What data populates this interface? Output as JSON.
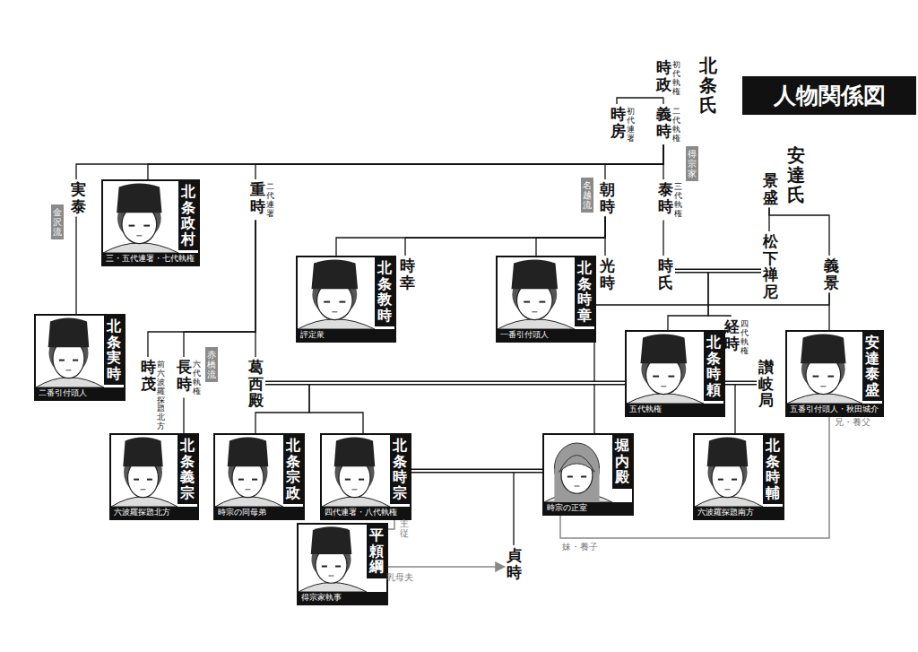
{
  "diagram": {
    "title": "人物関係図",
    "nodes": [
      {
        "text": [
          "時政",
          "初代執権"
        ]
      },
      {
        "text": [
          "義時",
          "二代執権"
        ]
      },
      {
        "text": [
          "時房",
          "初代連署"
        ]
      },
      {
        "text": [
          "実泰"
        ]
      },
      {
        "text": [
          "北条政村",
          "三・五代連署・七代執権"
        ]
      },
      {
        "text": [
          "重時",
          "二代連署"
        ]
      },
      {
        "text": [
          "朝時"
        ]
      },
      {
        "text": [
          "泰時",
          "三代執権"
        ]
      },
      {
        "text": [
          "景盛"
        ]
      },
      {
        "text": [
          "北条教時",
          "評定衆"
        ]
      },
      {
        "text": [
          "時幸"
        ]
      },
      {
        "text": [
          "北条時章",
          "一番引付頭人"
        ]
      },
      {
        "text": [
          "光時"
        ]
      },
      {
        "text": [
          "時氏"
        ]
      },
      {
        "text": [
          "松下禅尼"
        ]
      },
      {
        "text": [
          "義景"
        ]
      },
      {
        "text": [
          "北条実時",
          "二番引付頭人"
        ]
      },
      {
        "text": [
          "時茂",
          "前六波羅探題北方"
        ]
      },
      {
        "text": [
          "長時",
          "六代執権"
        ]
      },
      {
        "text": [
          "葛西殿"
        ]
      },
      {
        "text": [
          "北条時頼",
          "五代執権"
        ]
      },
      {
        "text": [
          "経時",
          "四代執権"
        ]
      },
      {
        "text": [
          "讃岐局"
        ]
      },
      {
        "text": [
          "安達泰盛",
          "五番引付頭人・秋田城介"
        ]
      },
      {
        "text": [
          "北条義宗",
          "六波羅探題北方"
        ]
      },
      {
        "text": [
          "北条宗政",
          "時宗の同母弟"
        ]
      },
      {
        "text": [
          "北条時宗",
          "四代連署・八代執権"
        ]
      },
      {
        "text": [
          "堀内殿",
          "時宗の正室"
        ]
      },
      {
        "text": [
          "北条時輔",
          "六波羅探題南方"
        ]
      },
      {
        "text": [
          "平頼綱",
          "得宗家執事"
        ]
      },
      {
        "text": [
          "貞時"
        ]
      },
      {
        "text": [
          "得宗家"
        ]
      },
      {
        "text": [
          "名越流"
        ]
      },
      {
        "text": [
          "金沢流"
        ]
      },
      {
        "text": [
          "赤橋流"
        ]
      }
    ],
    "edges": [
      {
        "from": 0,
        "to": 1,
        "arrow": "none"
      },
      {
        "from": 0,
        "to": 2,
        "arrow": "none"
      },
      {
        "from": 1,
        "to": 3,
        "arrow": "none"
      },
      {
        "from": 1,
        "to": 4,
        "arrow": "none"
      },
      {
        "from": 1,
        "to": 5,
        "arrow": "none"
      },
      {
        "from": 1,
        "to": 6,
        "arrow": "none"
      },
      {
        "from": 1,
        "to": 7,
        "arrow": "none"
      },
      {
        "from": 3,
        "to": 16,
        "arrow": "none"
      },
      {
        "from": 5,
        "to": 17,
        "arrow": "none"
      },
      {
        "from": 5,
        "to": 18,
        "arrow": "none"
      },
      {
        "from": 5,
        "to": 19,
        "arrow": "none"
      },
      {
        "from": 18,
        "to": 24,
        "arrow": "none"
      },
      {
        "from": 6,
        "to": 9,
        "arrow": "none"
      },
      {
        "from": 6,
        "to": 10,
        "arrow": "none"
      },
      {
        "from": 6,
        "to": 11,
        "arrow": "none"
      },
      {
        "from": 6,
        "to": 12,
        "arrow": "none"
      },
      {
        "from": 7,
        "to": 13,
        "arrow": "none"
      },
      {
        "from": 13,
        "to": 14,
        "arrow": "none"
      },
      {
        "from": 8,
        "to": 14,
        "arrow": "none"
      },
      {
        "from": 8,
        "to": 15,
        "arrow": "none"
      },
      {
        "from": 13,
        "to": 20,
        "arrow": "none"
      },
      {
        "from": 13,
        "to": 21,
        "arrow": "none"
      },
      {
        "from": 15,
        "to": 23,
        "arrow": "none"
      },
      {
        "from": 15,
        "to": 27,
        "arrow": "none"
      },
      {
        "from": 20,
        "to": 19,
        "arrow": "none"
      },
      {
        "from": 20,
        "to": 22,
        "arrow": "none"
      },
      {
        "from": 20,
        "to": 25,
        "arrow": "none"
      },
      {
        "from": 20,
        "to": 26,
        "arrow": "none"
      },
      {
        "from": 20,
        "to": 28,
        "arrow": "none"
      },
      {
        "from": 26,
        "to": 27,
        "arrow": "none"
      },
      {
        "from": 26,
        "to": 30,
        "arrow": "none"
      },
      {
        "from": 29,
        "to": 30,
        "arrow": "to",
        "label": "乳母夫"
      },
      {
        "from": 26,
        "to": 29,
        "arrow": "none",
        "label": "主従"
      },
      {
        "from": 23,
        "to": 27,
        "arrow": "none",
        "label": "兄・養父"
      }
    ],
    "labels": [
      "北条氏",
      "安達氏",
      "妹・養子"
    ]
  }
}
